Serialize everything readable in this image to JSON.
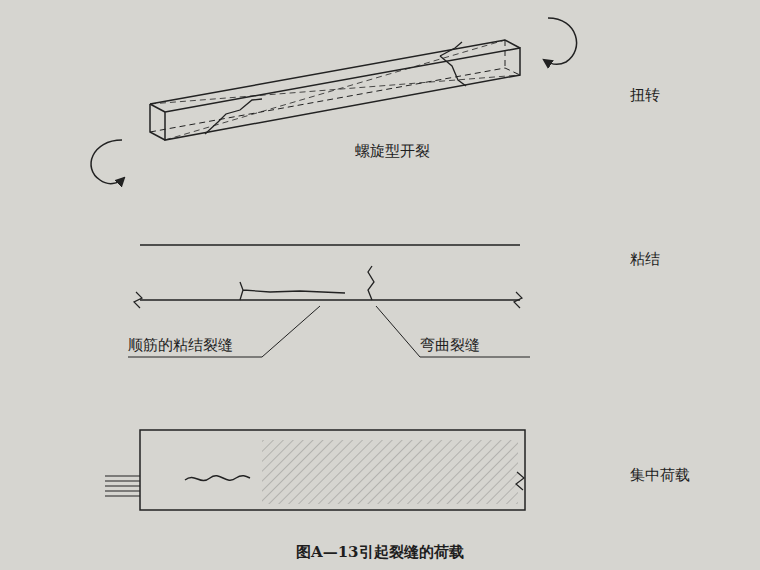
{
  "diagram": {
    "caption": "图A—13引起裂缝的荷载",
    "labels": [
      "扭转",
      "螺旋型开裂",
      "粘结",
      "顺筋的粘结裂缝",
      "弯曲裂缝",
      "集中荷载"
    ]
  }
}
